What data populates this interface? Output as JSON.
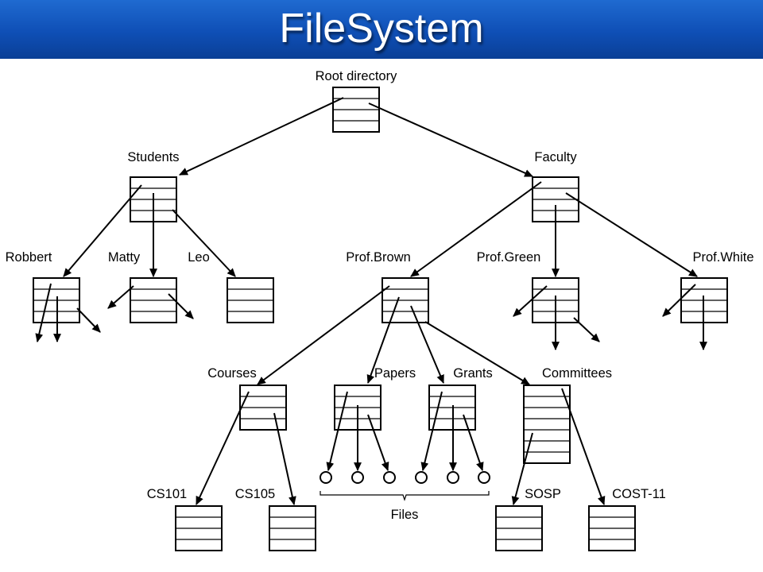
{
  "title": "FileSystem",
  "colors": {
    "title_bar": "#1f5cc8",
    "title_text": "#ffffff",
    "lines": "#000000"
  },
  "nodes": {
    "root": "Root directory",
    "students": "Students",
    "faculty": "Faculty",
    "robbert": "Robbert",
    "matty": "Matty",
    "leo": "Leo",
    "prof_brown": "Prof.Brown",
    "prof_green": "Prof.Green",
    "prof_white": "Prof.White",
    "courses": "Courses",
    "papers": "Papers",
    "grants": "Grants",
    "committees": "Committees",
    "cs101": "CS101",
    "cs105": "CS105",
    "sosp": "SOSP",
    "cost11": "COST-11"
  },
  "files_label": "Files"
}
